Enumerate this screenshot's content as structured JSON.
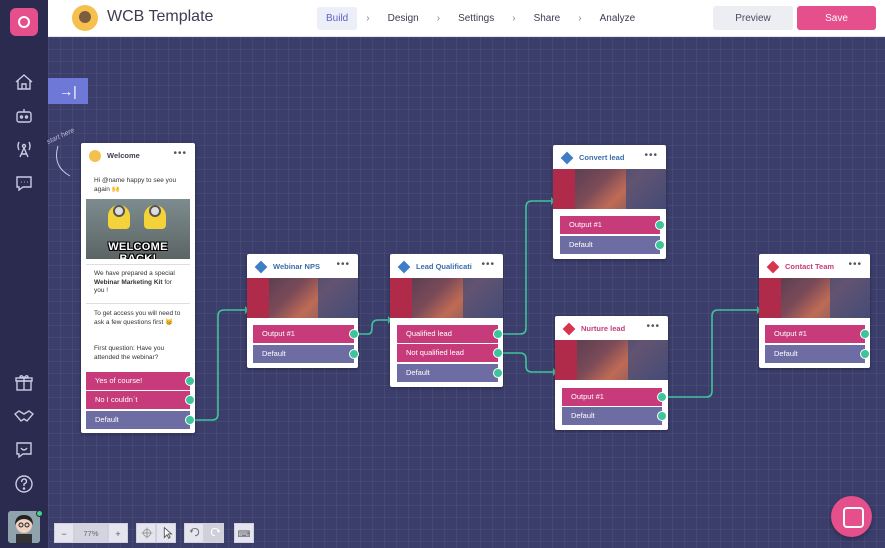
{
  "header": {
    "title": "WCB Template",
    "nav": [
      "Build",
      "Design",
      "Settings",
      "Share",
      "Analyze"
    ],
    "nav_separator": "›",
    "preview_label": "Preview",
    "save_label": "Save"
  },
  "canvas": {
    "collapse_label": "→|",
    "start_hint": "start here"
  },
  "nodes": {
    "welcome": {
      "title": "Welcome",
      "dots": "•••",
      "greeting": "Hi @name happy to see you again 🙌",
      "image_text": "WELCOME BACK!",
      "msg_prepared_1": "We have prepared a special ",
      "msg_prepared_bold": "Webinar Marketing Kit",
      "msg_prepared_2": " for you !",
      "msg_access": "To get access you will need to ask a few questions first 😸",
      "msg_question": "First question: Have you attended the webinar?",
      "ports": [
        "Yes of course!",
        "No I couldn`t",
        "Default"
      ]
    },
    "webinar_nps": {
      "title": "Webinar NPS",
      "dots": "•••",
      "ports": [
        "Output #1",
        "Default"
      ]
    },
    "lead_qualification": {
      "title": "Lead Qualificati",
      "dots": "•••",
      "ports": [
        "Qualified lead",
        "Not qualified lead",
        "Default"
      ]
    },
    "convert_lead": {
      "title": "Convert lead",
      "dots": "•••",
      "ports": [
        "Output #1",
        "Default"
      ]
    },
    "nurture_lead": {
      "title": "Nurture lead",
      "dots": "•••",
      "ports": [
        "Output #1",
        "Default"
      ]
    },
    "contact_team": {
      "title": "Contact Team",
      "dots": "•••",
      "ports": [
        "Output #1",
        "Default"
      ]
    }
  },
  "toolbar": {
    "zoom_out": "−",
    "zoom_level": "77%",
    "zoom_in": "+",
    "keyboard": "⌨"
  },
  "colors": {
    "accent": "#e44f8c",
    "sidebar": "#2a2b4f",
    "canvas": "#3b3d6b",
    "connector": "#3ec49b",
    "port_pink": "#c73b7b",
    "port_purple": "#6e6da3"
  }
}
